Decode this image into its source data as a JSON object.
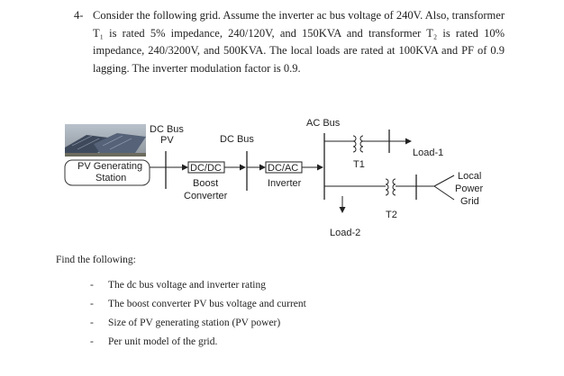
{
  "problem": {
    "number": "4-",
    "text": "Consider the following grid. Assume the inverter ac bus voltage of 240V. Also, transformer T₁ is rated 5% impedance, 240/120V, and 150KVA and transformer T₂ is rated 10% impedance, 240/3200V, and 500KVA. The local loads are rated at 100KVA and PF of 0.9 lagging. The inverter modulation factor is 0.9."
  },
  "diagram": {
    "dc_bus_pv_line1": "DC Bus",
    "dc_bus_pv_line2": "PV",
    "dc_bus": "DC Bus",
    "ac_bus": "AC Bus",
    "pv_station_line1": "PV Generating",
    "pv_station_line2": "Station",
    "dcdc": "DC/DC",
    "boost_line1": "Boost",
    "boost_line2": "Converter",
    "dcac": "DC/AC",
    "inverter": "Inverter",
    "t1": "T1",
    "t2": "T2",
    "load1": "Load-1",
    "load2": "Load-2",
    "grid_line1": "Local",
    "grid_line2": "Power",
    "grid_line3": "Grid"
  },
  "find_heading": "Find the following:",
  "tasks": [
    {
      "dash": "-",
      "text": "The dc bus voltage and inverter rating"
    },
    {
      "dash": "-",
      "text": "The boost converter PV bus voltage and current"
    },
    {
      "dash": "-",
      "text": "Size of PV generating station (PV power)"
    },
    {
      "dash": "-",
      "text": "Per unit model of the grid."
    }
  ]
}
